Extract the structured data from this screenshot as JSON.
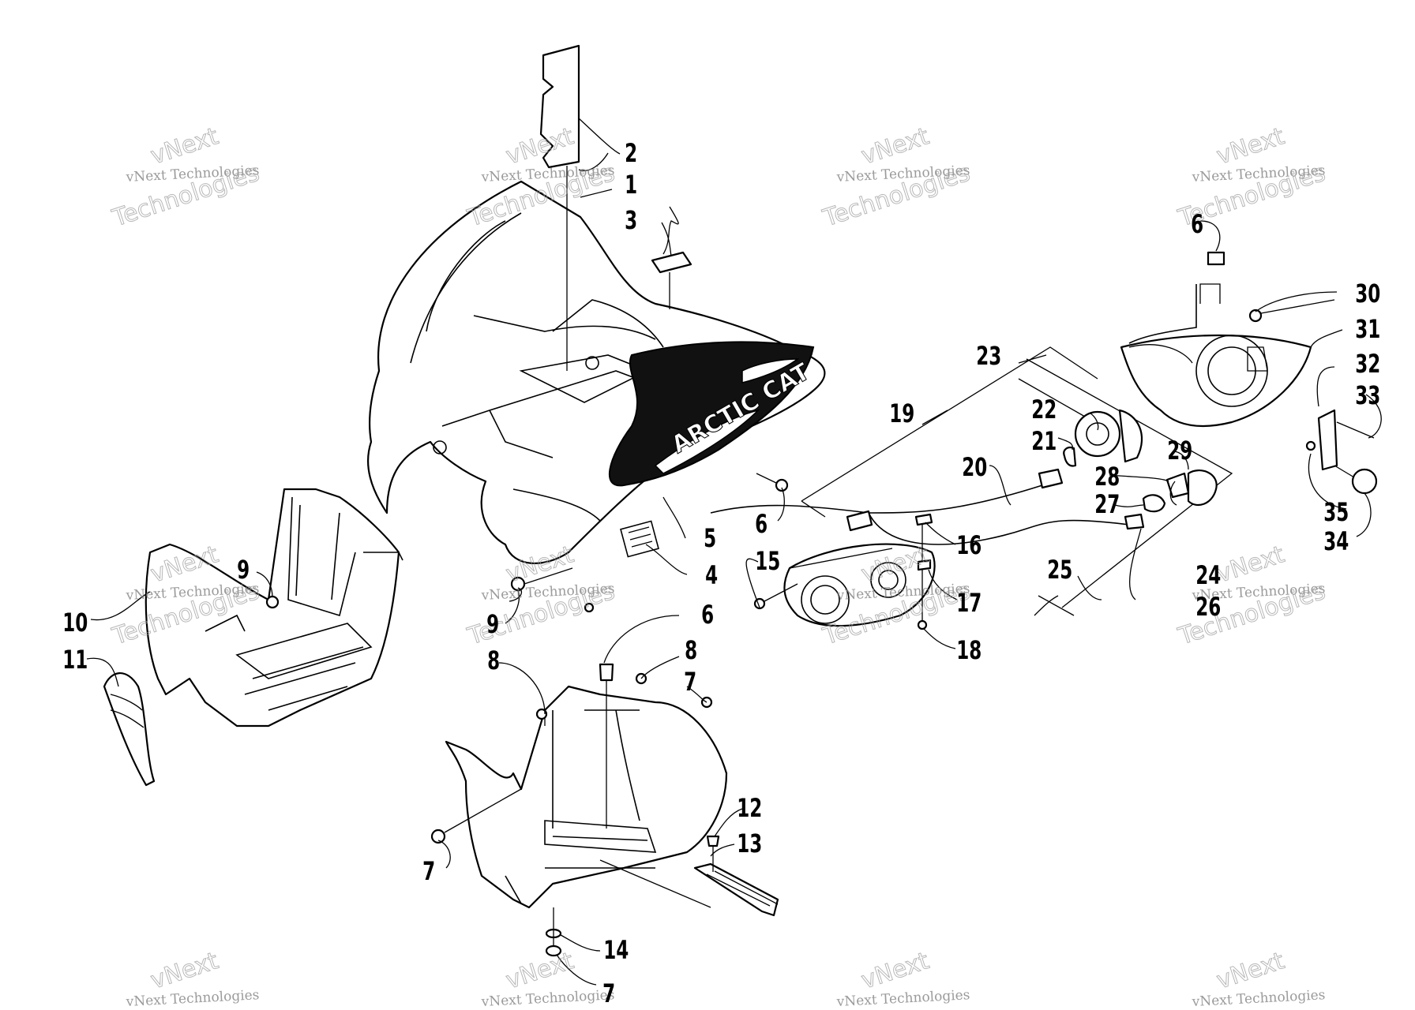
{
  "watermark": {
    "line1": "vNext Technologies",
    "line2": "vNext",
    "line3": "Technologies"
  },
  "logo_text": "ARCTIC CAT",
  "callouts": [
    "1",
    "2",
    "3",
    "4",
    "5",
    "6",
    "7",
    "8",
    "9",
    "10",
    "11",
    "12",
    "13",
    "14",
    "15",
    "16",
    "17",
    "18",
    "19",
    "20",
    "21",
    "22",
    "23",
    "24",
    "25",
    "26",
    "27",
    "28",
    "29",
    "30",
    "31",
    "32",
    "33",
    "34",
    "35"
  ]
}
